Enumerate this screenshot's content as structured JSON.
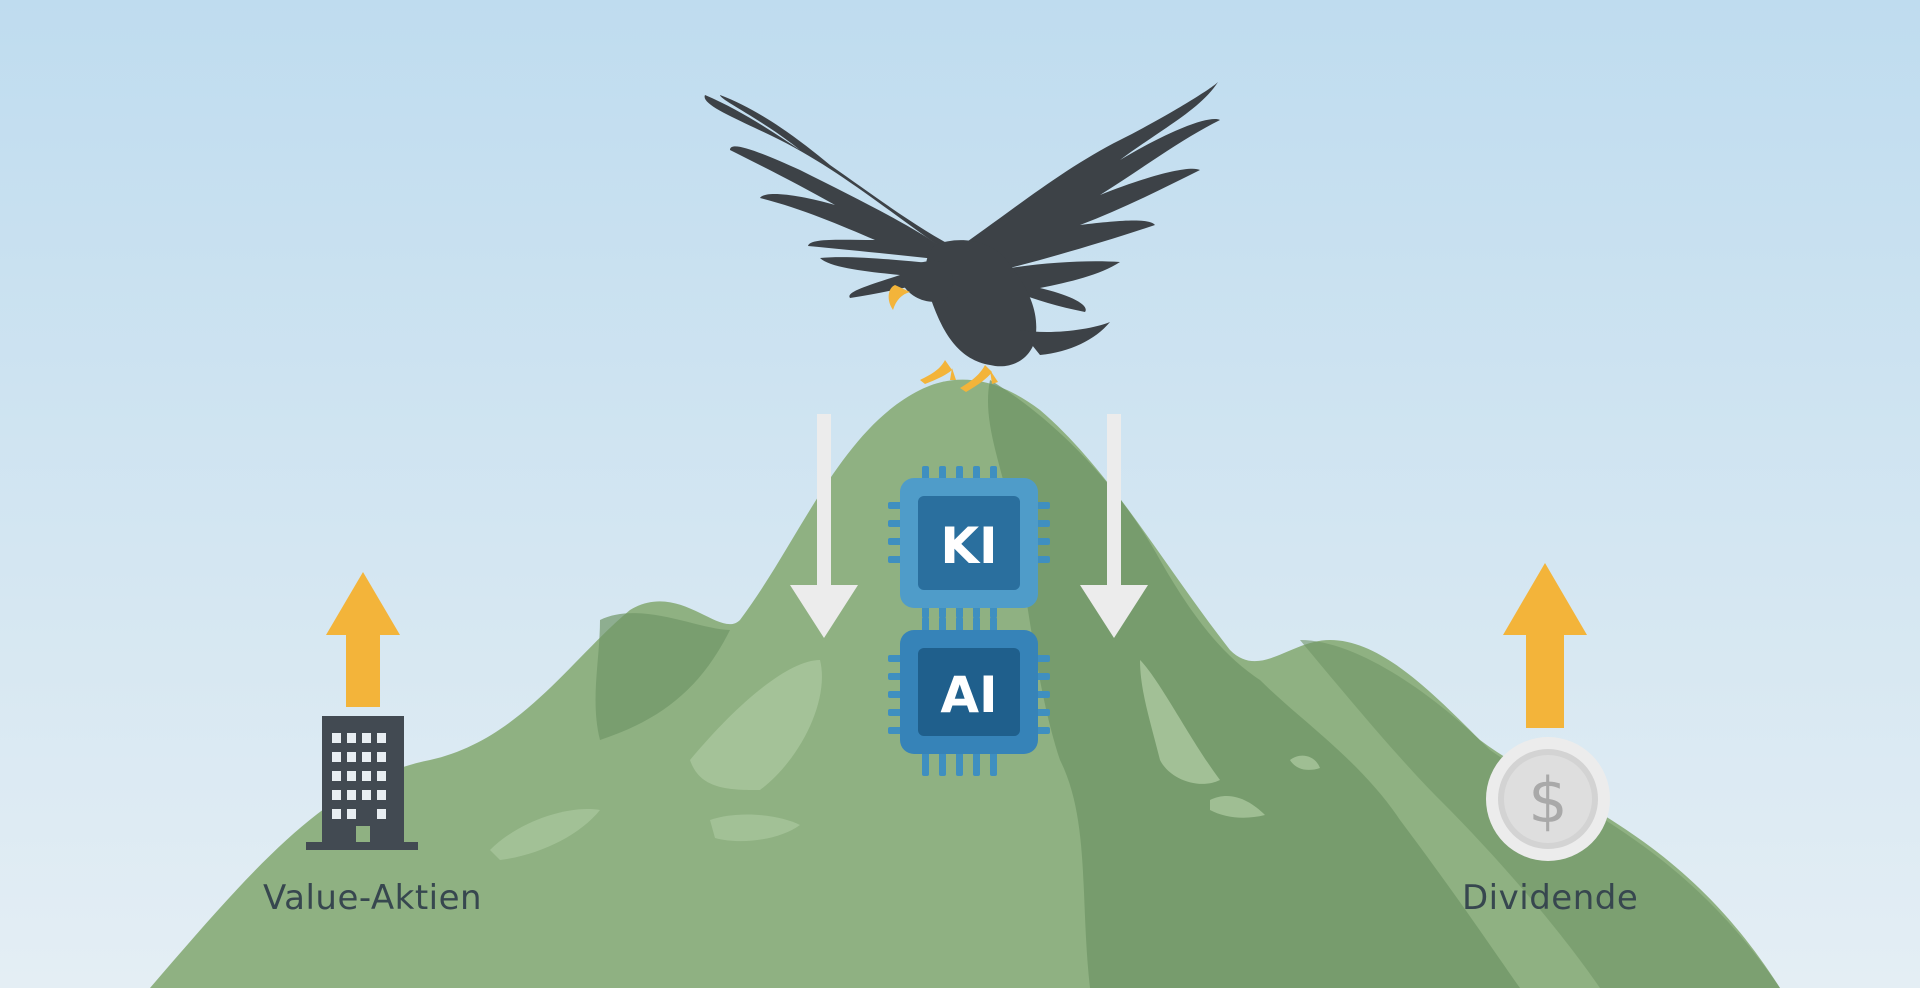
{
  "labels": {
    "value_stocks": "Value-Aktien",
    "dividend": "Dividende"
  },
  "chips": {
    "top": "KI",
    "bottom": "AI"
  },
  "coin_symbol": "$",
  "colors": {
    "sky_top": "#bfdcef",
    "sky_bottom": "#e3eef4",
    "mountain_light": "#8fb182",
    "mountain_dark": "#6f9566",
    "arrow_up": "#f3b43a",
    "arrow_down": "#ececec",
    "chip_light": "#3f8fc0",
    "chip_dark": "#2a6f9e",
    "eagle": "#3d4247",
    "building": "#424a52",
    "coin": "#d9d9d9"
  },
  "icons": [
    "eagle-icon",
    "building-icon",
    "coin-icon",
    "chip-icon",
    "arrow-up-icon",
    "arrow-down-icon"
  ]
}
